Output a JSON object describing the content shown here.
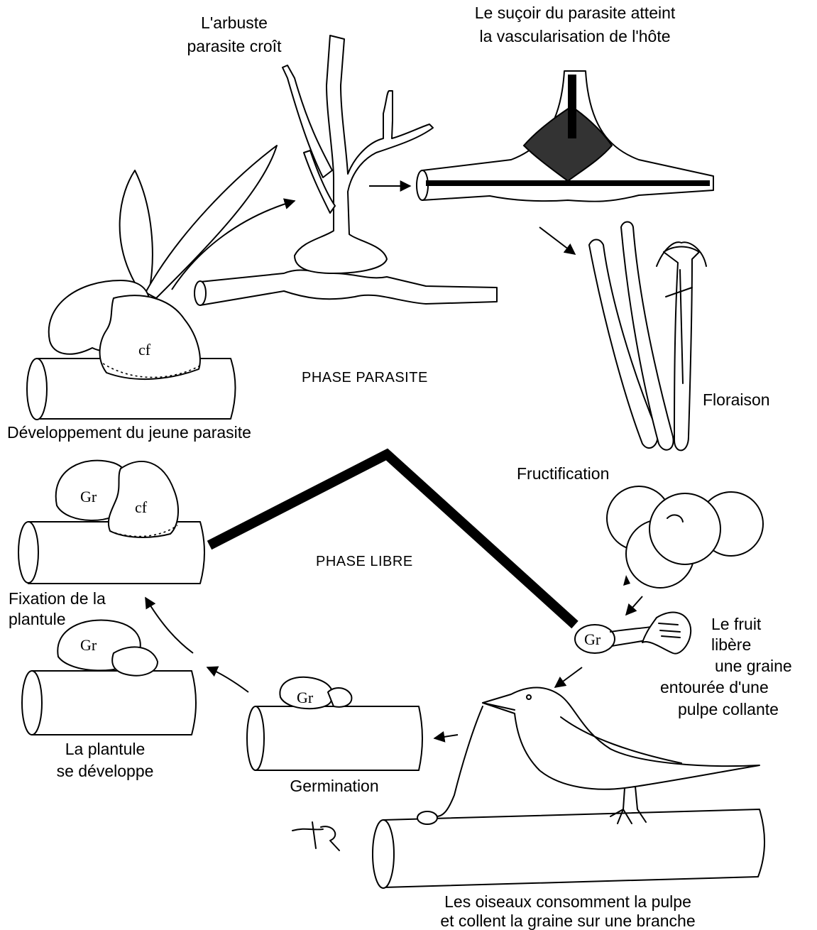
{
  "labels": {
    "arbuste_1": "L'arbuste",
    "arbuste_2": "parasite croît",
    "sucoir_1": "Le suçoir du parasite atteint",
    "sucoir_2": "la vascularisation de l'hôte",
    "phase_parasite": "PHASE PARASITE",
    "floraison": "Floraison",
    "developpement": "Développement du jeune parasite",
    "fructification": "Fructification",
    "phase_libre": "PHASE LIBRE",
    "fixation_1": "Fixation de la",
    "fixation_2": "plantule",
    "fruit_1": "Le fruit",
    "fruit_2": "libère",
    "fruit_3": "une graine",
    "fruit_4": "entourée d'une",
    "fruit_5": "pulpe collante",
    "plantule_1": "La plantule",
    "plantule_2": "se développe",
    "germination": "Germination",
    "oiseaux_1": "Les oiseaux consomment la pulpe",
    "oiseaux_2": "et collent la graine sur une branche"
  },
  "marks": {
    "cf": "cf",
    "gr": "Gr"
  }
}
